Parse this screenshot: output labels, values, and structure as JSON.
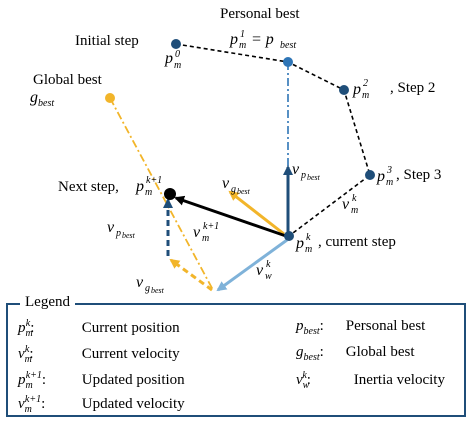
{
  "diagram": {
    "labels": {
      "initial_step": "Initial step",
      "personal_best": "Personal best",
      "global_best": "Global best",
      "step2": ", Step 2",
      "step3": ", Step 3",
      "next_step": "Next step,",
      "current_step": ", current step"
    },
    "math": {
      "p_m0": "p",
      "p_m1": "p",
      "p_best_eq": "= p",
      "g_best": "g",
      "p_m2": "p",
      "p_m3": "p",
      "p_mk1": "p",
      "p_mk": "p",
      "v_mk": "v",
      "v_mk1": "v",
      "v_pbest_blue": "v",
      "v_gbest_orange": "v",
      "v_pbest_dash": "v",
      "v_gbest_dash": "v",
      "v_wk": "v"
    }
  },
  "legend": {
    "title": "Legend",
    "items": [
      {
        "symbol": "p",
        "sup": "k",
        "sub": "m",
        "colon": ":",
        "desc": "Current position"
      },
      {
        "symbol": "v",
        "sup": "k",
        "sub": "m",
        "colon": ":",
        "desc": "Current velocity"
      },
      {
        "symbol": "p",
        "sup": "k+1",
        "sub": "m",
        "colon": ":",
        "desc": "Updated position"
      },
      {
        "symbol": "v",
        "sup": "k+1",
        "sub": "m",
        "colon": ":",
        "desc": "Updated velocity"
      },
      {
        "symbol": "p",
        "sub": "best",
        "colon": ":",
        "desc": "Personal best"
      },
      {
        "symbol": "g",
        "sub": "best",
        "colon": ":",
        "desc": "Global best"
      },
      {
        "symbol": "v",
        "sup": "k",
        "sub": "w",
        "colon": ":",
        "desc": "Inertia velocity"
      }
    ]
  },
  "colors": {
    "navy": "#1f4e79",
    "blue": "#2e75b6",
    "light_blue": "#7fb2d9",
    "orange": "#f2b52a",
    "black": "#000000"
  }
}
